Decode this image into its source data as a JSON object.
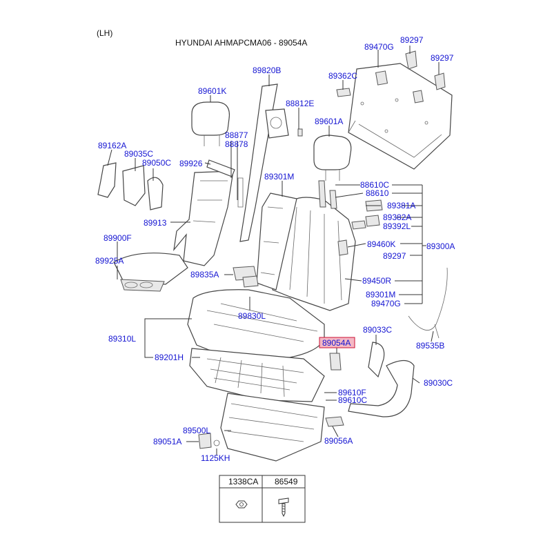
{
  "header": {
    "side": "(LH)",
    "title": "HYUNDAI AHMAPCMA06 - 89054A"
  },
  "colors": {
    "label": "#1414d2",
    "highlight_fill": "#f4b8c4",
    "highlight_border": "#cc1133"
  },
  "labels": {
    "l89470G": "89470G",
    "l89297a": "89297",
    "l89297b": "89297",
    "l89820B": "89820B",
    "l89362C": "89362C",
    "l89601K": "89601K",
    "l88812E": "88812E",
    "l89601A": "89601A",
    "l88877": "88877",
    "l88878": "88878",
    "l89162A": "89162A",
    "l89035C": "89035C",
    "l89050C": "89050C",
    "l89926": "89926",
    "l89301M": "89301M",
    "l88610C": "88610C",
    "l88610": "88610",
    "l89381A": "89381A",
    "l89382A": "89382A",
    "l89392L": "89392L",
    "l89913": "89913",
    "l89900F": "89900F",
    "l89460K": "89460K",
    "l89300A": "89300A",
    "l89925A": "89925A",
    "l89297c": "89297",
    "l89835A": "89835A",
    "l89450R": "89450R",
    "l89301M2": "89301M",
    "l89470G2": "89470G",
    "l89830L": "89830L",
    "l89033C": "89033C",
    "l89310L": "89310L",
    "l89054A": "89054A",
    "l89535B": "89535B",
    "l89201H": "89201H",
    "l89030C": "89030C",
    "l89610F": "89610F",
    "l89610C": "89610C",
    "l89500L": "89500L",
    "l89051A": "89051A",
    "l89056A": "89056A",
    "l1125KH": "1125KH"
  },
  "hardware_table": {
    "col1": "1338CA",
    "col2": "86549"
  }
}
